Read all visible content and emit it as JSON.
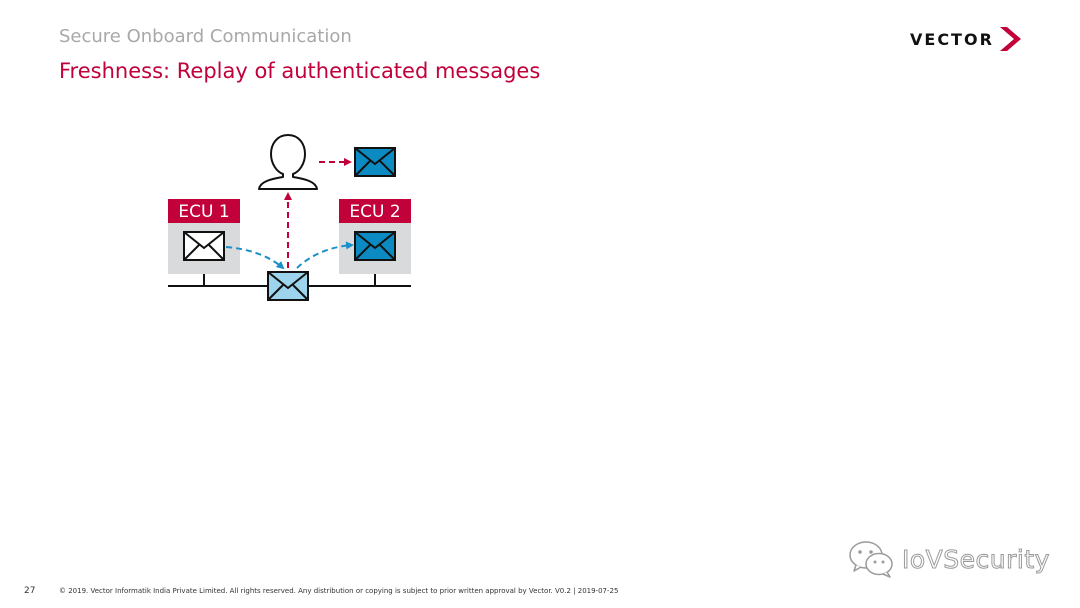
{
  "header": {
    "subtitle": "Secure Onboard Communication",
    "title": "Freshness: Replay of authenticated messages",
    "logo_text": "VECTOR"
  },
  "diagram": {
    "ecu1_label": "ECU 1",
    "ecu2_label": "ECU 2",
    "icons": [
      "user-icon",
      "envelope-icon"
    ]
  },
  "footer": {
    "page_number": "27",
    "copyright": "© 2019. Vector Informatik India Private Limited. All rights reserved. Any distribution or copying is subject to prior written approval by Vector. V0.2 | 2019-07-25"
  },
  "watermark": {
    "text": "IoVSecurity"
  },
  "colors": {
    "brand_red": "#c20039",
    "subtitle_gray": "#a8a8a8",
    "ecu_box_gray": "#d9dadb",
    "bus_message_blue": "#9dd3ec",
    "received_blue": "#0b8bc2",
    "dashed_blue": "#1a8fc9"
  }
}
